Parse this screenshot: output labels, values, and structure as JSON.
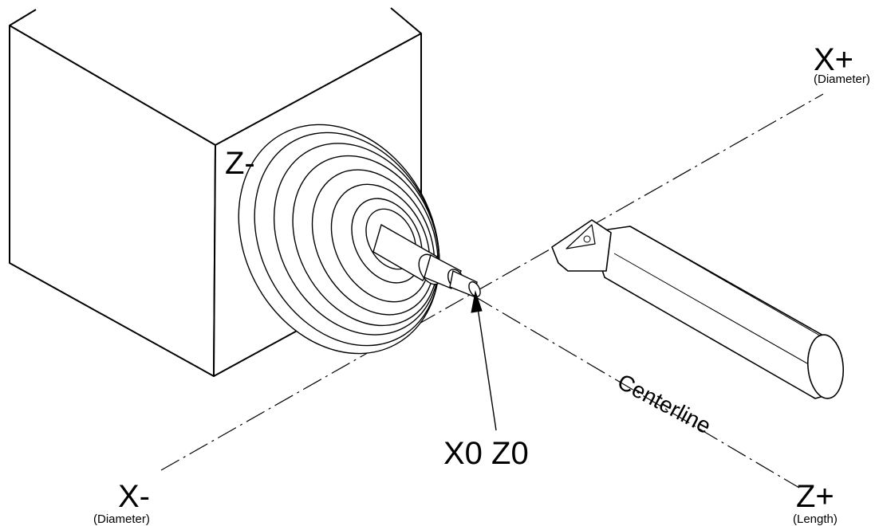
{
  "labels": {
    "x_plus": "X+",
    "x_plus_note": "(Diameter)",
    "x_minus": "X-",
    "x_minus_note": "(Diameter)",
    "z_plus": "Z+",
    "z_plus_note": "(Length)",
    "z_minus": "Z-",
    "origin": "X0 Z0",
    "centerline": "Centerline"
  },
  "colors": {
    "ink": "#000000",
    "paper": "#ffffff"
  }
}
